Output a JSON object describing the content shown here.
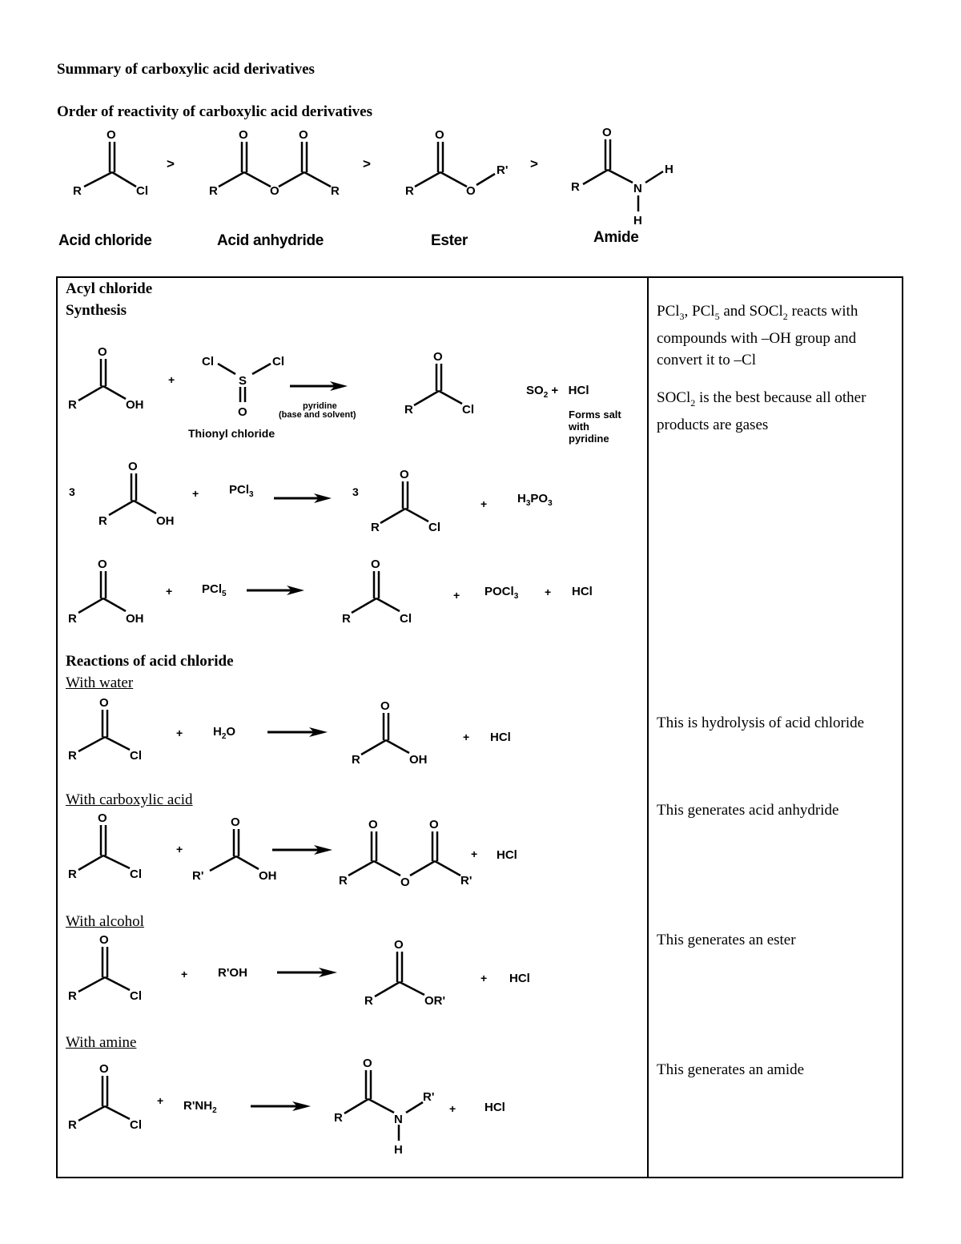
{
  "title": "Summary of carboxylic acid derivatives",
  "reactivity": {
    "heading": "Order of reactivity of carboxylic acid derivatives",
    "gt": ">",
    "compounds": [
      {
        "name": "Acid chloride",
        "atoms": [
          "O",
          "R",
          "Cl"
        ]
      },
      {
        "name": "Acid anhydride",
        "atoms": [
          "O",
          "O",
          "R",
          "O",
          "R"
        ]
      },
      {
        "name": "Ester",
        "atoms": [
          "O",
          "R",
          "O",
          "R'"
        ]
      },
      {
        "name": "Amide",
        "atoms": [
          "O",
          "R",
          "N",
          "H",
          "H"
        ]
      }
    ]
  },
  "table": {
    "acyl_heading": "Acyl chloride",
    "synthesis_heading": "Synthesis",
    "synthesis_note_1": "PCl3, PCl5 and SOCl2 reacts with compounds with –OH group and convert it to –Cl",
    "synthesis_note_1_parts": [
      "PCl",
      "3",
      ", PCl",
      "5",
      " and SOCl",
      "2",
      " reacts with compounds with –OH group and convert it to –Cl"
    ],
    "synthesis_note_2_parts": [
      "SOCl",
      "2",
      " is the best because all other products are gases"
    ],
    "reaction_soc": {
      "plus": "+",
      "reagent_name": "Thionyl chloride",
      "conditions_1": "pyridine",
      "conditions_2": "(base and solvent)",
      "byproducts": "SO2 +   HCl",
      "byproduct_note": [
        "Forms salt",
        "with",
        "pyridine"
      ]
    },
    "reaction_pcl3": {
      "coef": "3",
      "reagent": "PCl3",
      "product_coef": "3",
      "byproduct": "H3PO3"
    },
    "reaction_pcl5": {
      "reagent": "PCl5",
      "byproducts": [
        "POCl3",
        "HCl"
      ]
    },
    "reactions_heading": "Reactions of acid chloride",
    "reactions": [
      {
        "label": "With water",
        "reagent": "H2O",
        "byproduct": "HCl",
        "note": "This is hydrolysis of acid chloride"
      },
      {
        "label": "With carboxylic acid",
        "reagent": "R'COOH",
        "byproduct": "HCl",
        "note": "This generates acid anhydride"
      },
      {
        "label": "With alcohol",
        "reagent": "R'OH",
        "byproduct": "HCl",
        "note": "This generates an ester"
      },
      {
        "label": "With amine",
        "reagent": "R'NH2",
        "byproduct": "HCl",
        "note": "This generates an amide"
      }
    ]
  }
}
